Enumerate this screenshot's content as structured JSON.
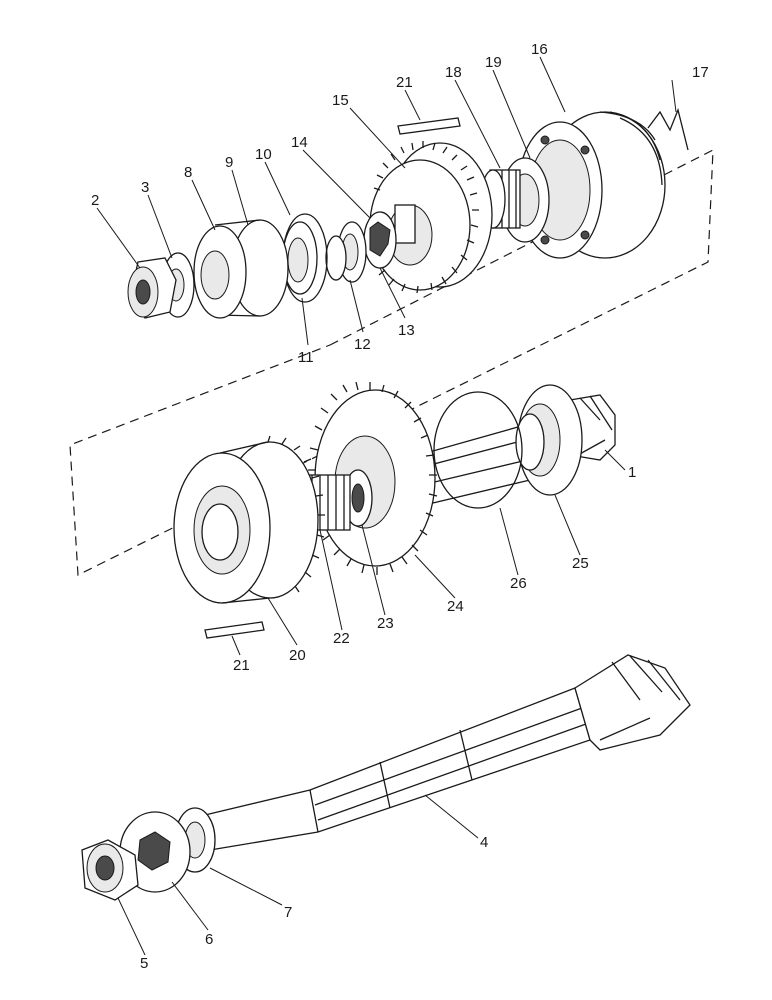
{
  "callouts": [
    {
      "num": "1"
    },
    {
      "num": "2"
    },
    {
      "num": "3"
    },
    {
      "num": "4"
    },
    {
      "num": "5"
    },
    {
      "num": "6"
    },
    {
      "num": "7"
    },
    {
      "num": "8"
    },
    {
      "num": "9"
    },
    {
      "num": "10"
    },
    {
      "num": "11"
    },
    {
      "num": "12"
    },
    {
      "num": "13"
    },
    {
      "num": "14"
    },
    {
      "num": "15"
    },
    {
      "num": "16"
    },
    {
      "num": "17"
    },
    {
      "num": "18"
    },
    {
      "num": "19"
    },
    {
      "num": "20"
    },
    {
      "num": "21"
    },
    {
      "num": "21"
    },
    {
      "num": "22"
    },
    {
      "num": "23"
    },
    {
      "num": "24"
    },
    {
      "num": "25"
    },
    {
      "num": "26"
    }
  ]
}
